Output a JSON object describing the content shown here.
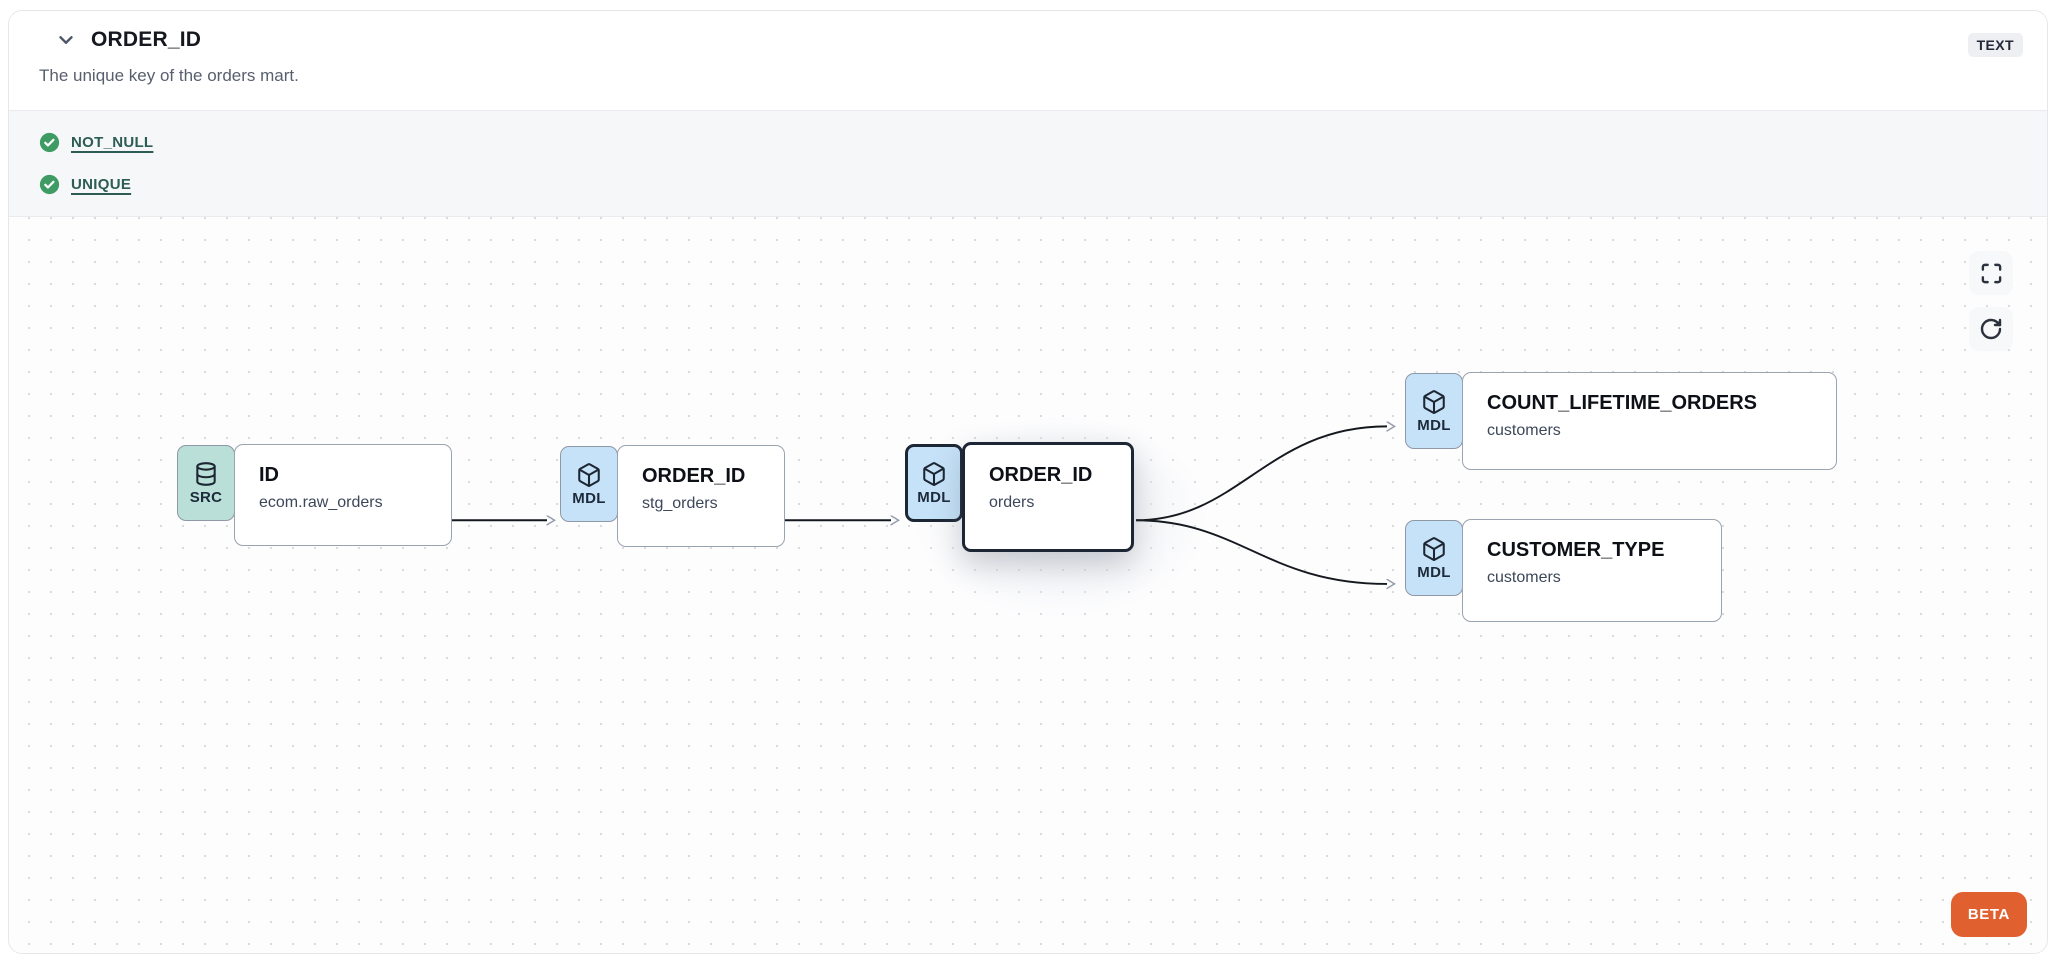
{
  "header": {
    "title": "ORDER_ID",
    "type_badge": "TEXT",
    "description": "The unique key of the orders mart."
  },
  "tests": [
    {
      "label": "NOT_NULL",
      "status": "pass"
    },
    {
      "label": "UNIQUE",
      "status": "pass"
    }
  ],
  "lineage": {
    "nodes": [
      {
        "id": "src",
        "badge": "SRC",
        "icon": "database-icon",
        "title": "ID",
        "subtitle": "ecom.raw_orders",
        "selected": false
      },
      {
        "id": "stg",
        "badge": "MDL",
        "icon": "box-icon",
        "title": "ORDER_ID",
        "subtitle": "stg_orders",
        "selected": false
      },
      {
        "id": "orders",
        "badge": "MDL",
        "icon": "box-icon",
        "title": "ORDER_ID",
        "subtitle": "orders",
        "selected": true
      },
      {
        "id": "clo",
        "badge": "MDL",
        "icon": "box-icon",
        "title": "COUNT_LIFETIME_ORDERS",
        "subtitle": "customers",
        "selected": false
      },
      {
        "id": "ct",
        "badge": "MDL",
        "icon": "box-icon",
        "title": "CUSTOMER_TYPE",
        "subtitle": "customers",
        "selected": false
      }
    ],
    "edges": [
      {
        "from": "src",
        "to": "stg"
      },
      {
        "from": "stg",
        "to": "orders"
      },
      {
        "from": "orders",
        "to": "clo"
      },
      {
        "from": "orders",
        "to": "ct"
      }
    ],
    "beta_label": "BETA"
  },
  "icons": {
    "collapse": "chevron-down-icon",
    "test_pass": "check-circle-icon",
    "source_node": "database-icon",
    "model_node": "box-icon",
    "fullscreen": "maximize-icon",
    "refresh": "rotate-cw-icon"
  },
  "colors": {
    "accent_orange": "#e0602f",
    "badge_src_bg": "#b9dfd8",
    "badge_mdl_bg": "#c6e2f8",
    "test_pass_green": "#3d9b63",
    "link_teal": "#2c5c54",
    "edge_stroke": "#15191f",
    "selected_border": "#1c2634"
  }
}
